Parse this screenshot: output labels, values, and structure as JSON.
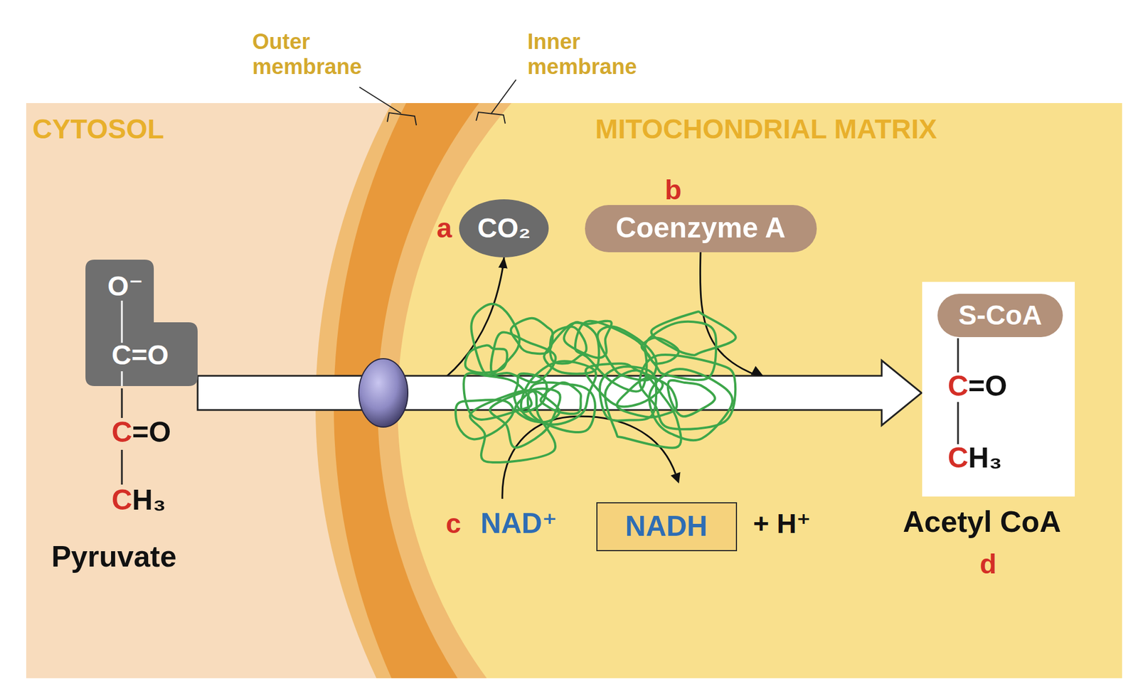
{
  "diagram": {
    "nodes": [
      {
        "text": [
          "O⁻",
          "C=O"
        ]
      },
      {
        "text": [
          "CO₂"
        ]
      },
      {
        "text": [
          "Coenzyme A"
        ]
      },
      {
        "text": [
          "C=O",
          "CH₃"
        ]
      },
      {
        "text": [
          "S-CoA"
        ],
        "in": 3
      },
      {
        "text": [
          "NADH"
        ]
      }
    ],
    "edges": [
      {
        "from": 0,
        "to": 1,
        "arrow": "to"
      },
      {
        "from": 2,
        "to": 3,
        "arrow": "to"
      },
      {
        "from": 0,
        "to": 3,
        "arrow": "to"
      }
    ],
    "labels": [
      "Outer membrane",
      "Inner membrane",
      "CYTOSOL",
      "MITOCHONDRIAL MATRIX",
      "a",
      "b",
      "c",
      "d",
      "NAD⁺",
      "+ H⁺",
      "Acetyl CoA",
      "C=O",
      "CH₃",
      "Pyruvate"
    ]
  }
}
